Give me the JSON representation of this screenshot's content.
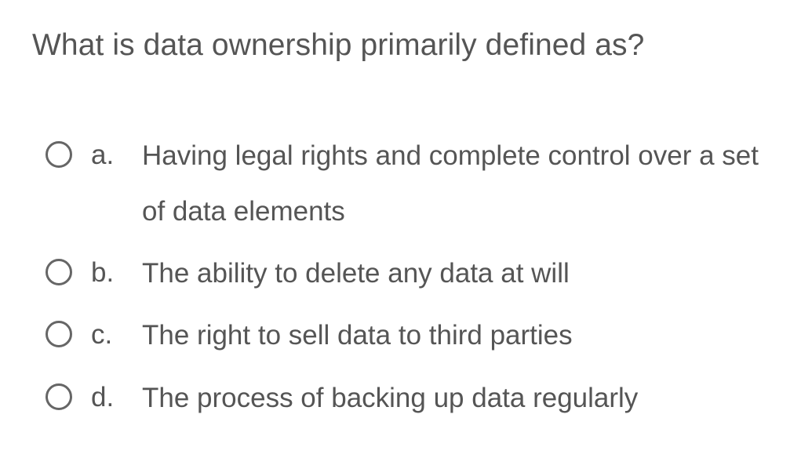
{
  "question": {
    "text": "What is data ownership primarily defined as?"
  },
  "options": [
    {
      "letter": "a.",
      "text": "Having legal rights and complete control over a set of data elements",
      "selected": false
    },
    {
      "letter": "b.",
      "text": "The ability to delete any data at will",
      "selected": false
    },
    {
      "letter": "c.",
      "text": "The right to sell data to third parties",
      "selected": false
    },
    {
      "letter": "d.",
      "text": "The process of backing up data regularly",
      "selected": false
    }
  ],
  "colors": {
    "text": "#555555",
    "radio_border": "#666666",
    "background": "#ffffff"
  }
}
